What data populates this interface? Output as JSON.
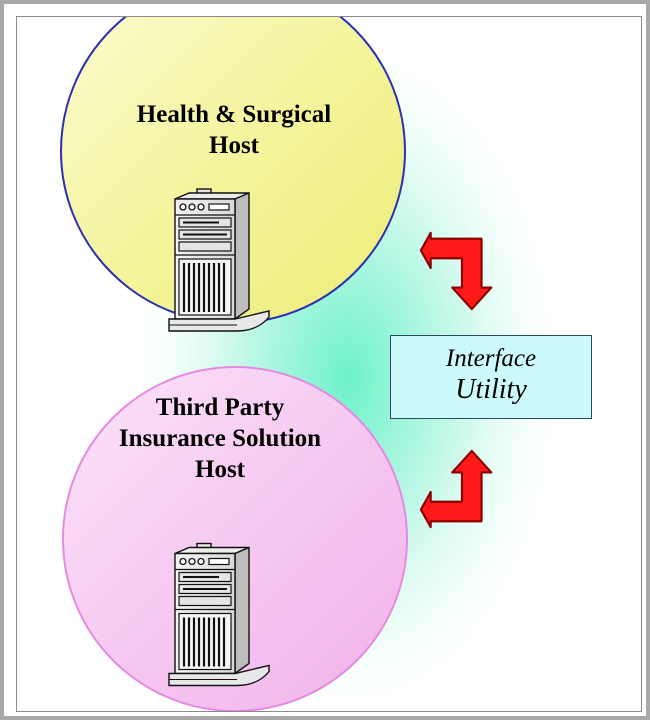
{
  "hosts": [
    {
      "title_lines": [
        "Health & Surgical",
        "Host"
      ],
      "icon": "server-tower-icon",
      "fill": "#f6f6a0"
    },
    {
      "title_lines": [
        "Third Party",
        "Insurance Solution",
        "Host"
      ],
      "icon": "server-tower-icon",
      "fill": "#f7c6f2"
    }
  ],
  "interface": {
    "line1": "Interface",
    "line2": "Utility",
    "fill": "#ccfafc"
  },
  "connectors": [
    {
      "icon": "bent-double-arrow-icon",
      "color": "#ff1a1a",
      "links": [
        "Health & Surgical Host",
        "Interface Utility"
      ]
    },
    {
      "icon": "bent-double-arrow-icon",
      "color": "#ff1a1a",
      "links": [
        "Third Party Insurance Solution Host",
        "Interface Utility"
      ]
    }
  ],
  "colors": {
    "glow": "#6ef2c8",
    "circle1_stroke": "#2b2fb3",
    "circle2_stroke": "#e58ae0"
  }
}
